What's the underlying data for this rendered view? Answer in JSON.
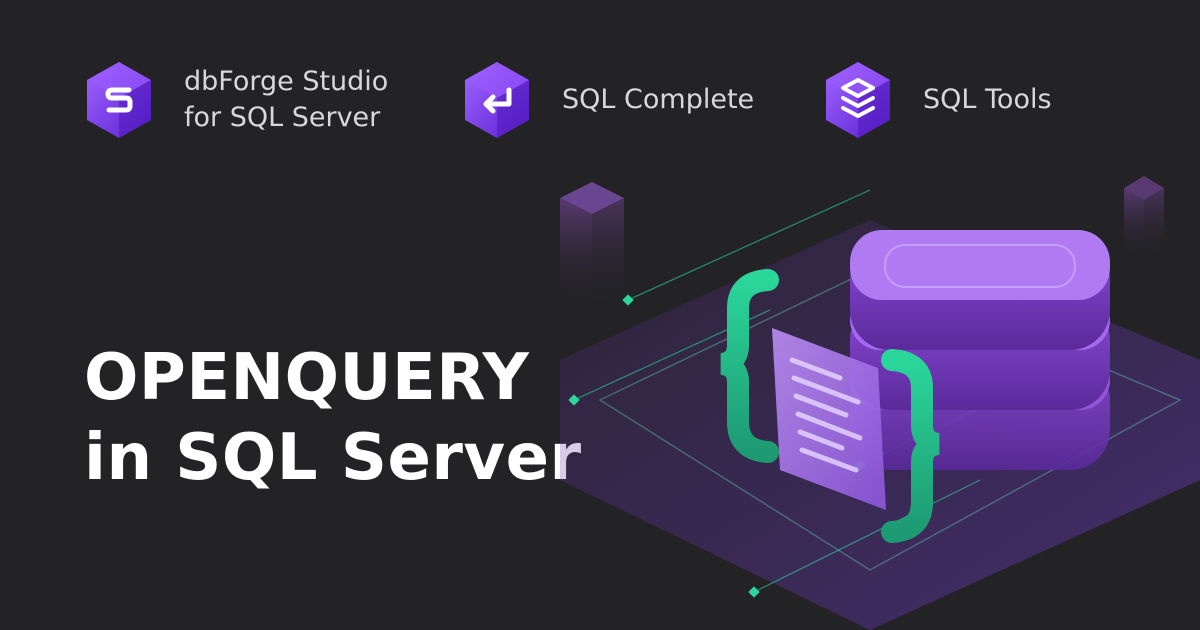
{
  "products": [
    {
      "icon": "dbforge-studio-s-icon",
      "line1": "dbForge Studio",
      "line2": "for SQL Server"
    },
    {
      "icon": "return-arrow-icon",
      "line1": "SQL Complete"
    },
    {
      "icon": "layers-stack-icon",
      "line1": "SQL Tools"
    }
  ],
  "headline": {
    "line1": "OPENQUERY",
    "line2": "in SQL Server"
  },
  "colors": {
    "background": "#232326",
    "accent_purple": "#7b3fe4",
    "accent_green": "#2bd69a",
    "text": "#ffffff"
  }
}
